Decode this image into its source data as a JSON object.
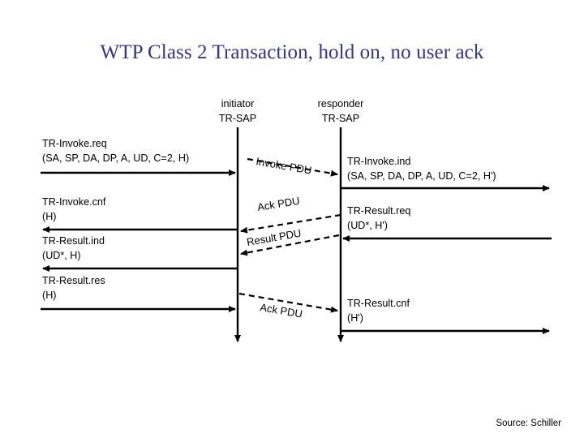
{
  "slide": {
    "title": "WTP Class 2 Transaction, hold on, no user ack",
    "source": "Source: Schiller",
    "title_color": "#333388",
    "ink_color": "#000000",
    "background": "#ffffff"
  },
  "columns": {
    "initiator": {
      "role": "initiator",
      "sap": "TR-SAP"
    },
    "responder": {
      "role": "responder",
      "sap": "TR-SAP"
    }
  },
  "left_events": [
    {
      "primitive": "TR-Invoke.req",
      "params": "(SA, SP, DA, DP, A, UD, C=2, H)",
      "direction": "right"
    },
    {
      "primitive": "TR-Invoke.cnf",
      "params": "(H)",
      "direction": "left"
    },
    {
      "primitive": "TR-Result.ind",
      "params": "(UD*, H)",
      "direction": "left"
    },
    {
      "primitive": "TR-Result.res",
      "params": "(H)",
      "direction": "right"
    }
  ],
  "right_events": [
    {
      "primitive": "TR-Invoke.ind",
      "params": "(SA, SP, DA, DP, A, UD, C=2, H')",
      "direction": "right"
    },
    {
      "primitive": "TR-Result.req",
      "params": "(UD*, H')",
      "direction": "left"
    },
    {
      "primitive": "TR-Result.cnf",
      "params": "(H')",
      "direction": "right"
    }
  ],
  "pdus": [
    {
      "label": "Invoke PDU",
      "from": "initiator",
      "to": "responder"
    },
    {
      "label": "Ack PDU",
      "from": "responder",
      "to": "initiator"
    },
    {
      "label": "Result PDU",
      "from": "responder",
      "to": "initiator"
    },
    {
      "label": "Ack PDU",
      "from": "initiator",
      "to": "responder"
    }
  ]
}
